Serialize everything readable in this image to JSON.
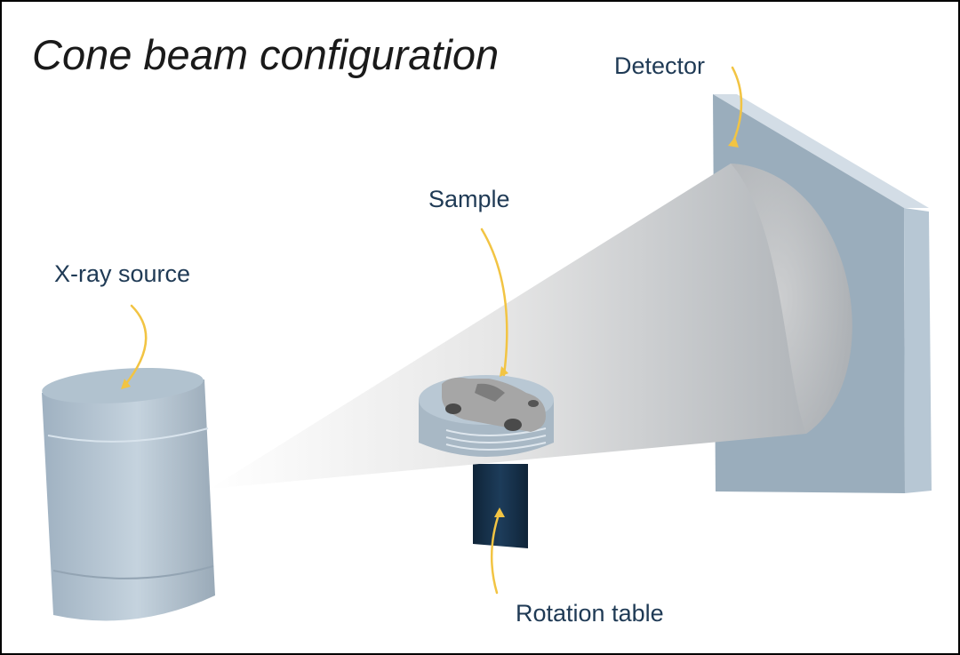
{
  "title": "Cone beam configuration",
  "labels": {
    "detector": "Detector",
    "sample": "Sample",
    "xray_source": "X-ray source",
    "rotation_table": "Rotation table"
  },
  "colors": {
    "label_text": "#1f3a55",
    "arrow": "#f2c443",
    "component_fill": "#a9bac8",
    "pillar": "#17324d",
    "border": "#000000"
  },
  "icons": {
    "sample": "toy-car-icon"
  }
}
